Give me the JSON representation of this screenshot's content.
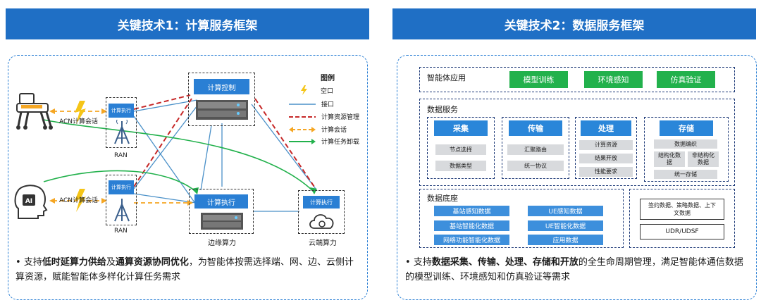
{
  "left": {
    "title": "关键技术1：计算服务框架",
    "control_label": "计算控制",
    "ran_exec_label": "计算执行",
    "ran_label": "RAN",
    "edge_exec_label": "计算执行",
    "edge_caption": "边缘算力",
    "cloud_exec_label": "计算执行",
    "cloud_caption": "云端算力",
    "acn_label": "ACN计算会话",
    "ai_label": "AI",
    "legend": {
      "title": "图例",
      "items": [
        {
          "label": "空口"
        },
        {
          "label": "接口"
        },
        {
          "label": "计算资源管理"
        },
        {
          "label": "计算会话"
        },
        {
          "label": "计算任务卸载"
        }
      ]
    },
    "bullet": {
      "prefix": "支持",
      "bold1": "低时延算力供给",
      "mid": "及",
      "bold2": "通算资源协同优化",
      "rest": "，为智能体按需选择端、网、边、云侧计算资源，赋能智能体多样化计算任务需求"
    }
  },
  "right": {
    "title": "关键技术2：数据服务框架",
    "app": {
      "label": "智能体应用",
      "buttons": [
        "模型训练",
        "环境感知",
        "仿真验证"
      ]
    },
    "service": {
      "label": "数据服务",
      "groups": [
        {
          "title": "采集",
          "items": [
            "节点选择",
            "数据类型"
          ]
        },
        {
          "title": "传输",
          "items": [
            "汇聚路由",
            "统一协议"
          ]
        },
        {
          "title": "处理",
          "items": [
            "计算资源",
            "结果开放",
            "性能要求"
          ]
        },
        {
          "title": "存储",
          "items": [
            "数据编织",
            "结构化数据",
            "非结构化数据",
            "统一存储"
          ]
        }
      ]
    },
    "base": {
      "label": "数据底座",
      "left_items": [
        "基站感知数据",
        "基站智能化数据",
        "网络功能智能化数据"
      ],
      "mid_items": [
        "UE感知数据",
        "UE智能化数据",
        "应用数据"
      ],
      "right_top": "签约数据、策略数据、上下文数据",
      "right_bottom": "UDR/UDSF"
    },
    "bullet": {
      "prefix": "支持",
      "bold1": "数据采集、传输、处理、存储和开放",
      "rest": "的全生命周期管理，满足智能体通信数据的模型训练、环境感知和仿真验证等需求"
    }
  },
  "colors": {
    "header": "#1f6fc5",
    "accent": "#2a7fd4",
    "green": "#22b14c",
    "red": "#c62828",
    "orange": "#f5a623"
  }
}
